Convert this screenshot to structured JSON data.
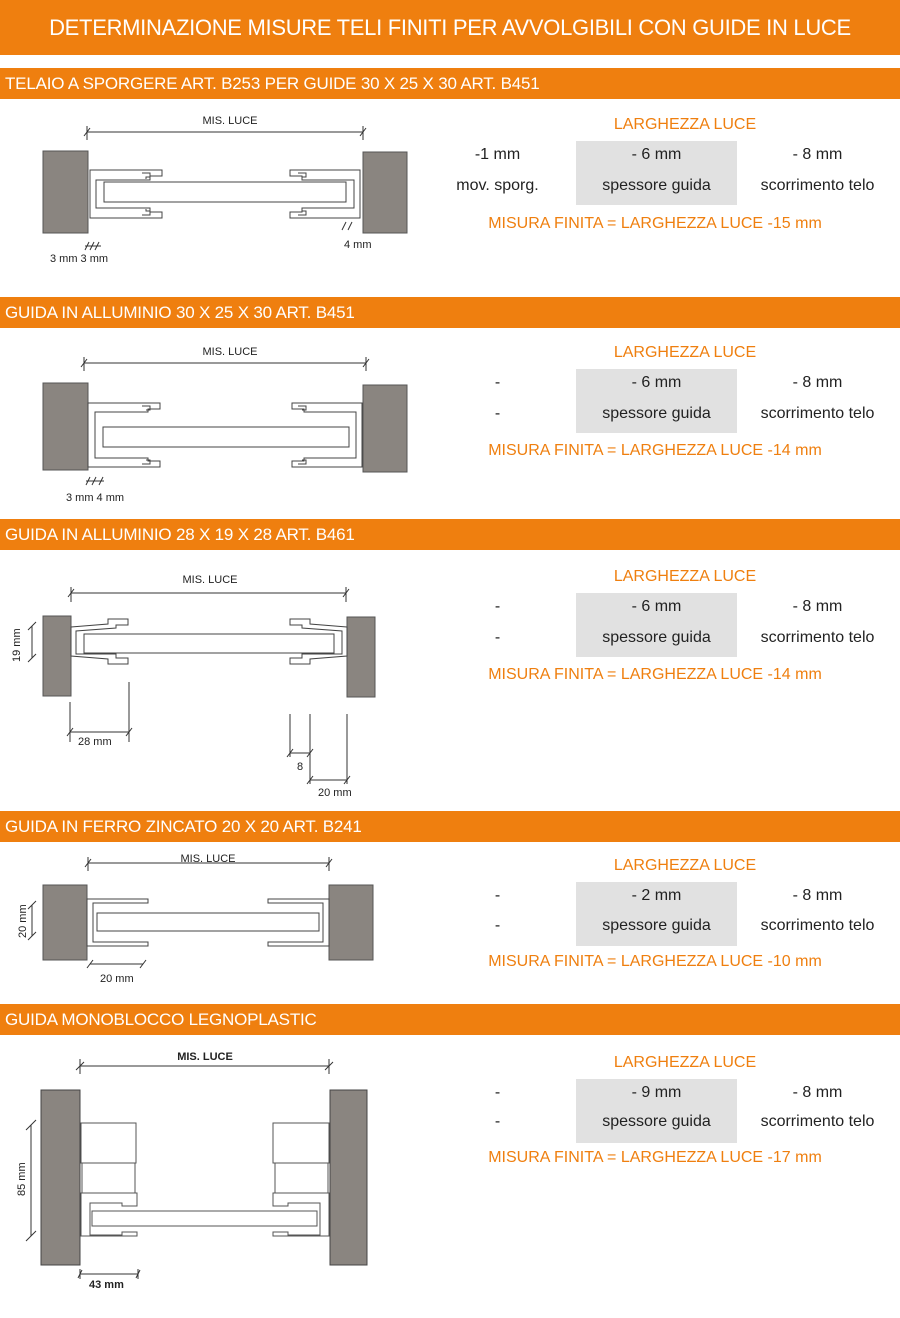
{
  "title": "DETERMINAZIONE MISURE TELI FINITI PER AVVOLGIBILI CON GUIDE IN LUCE",
  "colors": {
    "accent": "#ef7f0f",
    "wall": "#8a8580",
    "gray_box": "#e1e1e1",
    "text": "#222222"
  },
  "common": {
    "heading": "LARGHEZZA LUCE",
    "mis_luce": "MIS. LUCE",
    "col2_label": "spessore guida",
    "col3_value": "- 8 mm",
    "col3_label": "scorrimento telo"
  },
  "sections": [
    {
      "title": "TELAIO A SPORGERE ART. B253 PER GUIDE 30 X 25 X 30 ART. B451",
      "col1_value": "-1 mm",
      "col1_label": "mov.  sporg.",
      "col2_value": "- 6 mm",
      "result": "MISURA FINITA = LARGHEZZA LUCE  -15 mm",
      "dims": [
        "3 mm 3 mm",
        "4 mm"
      ]
    },
    {
      "title": "GUIDA IN ALLUMINIO 30 X 25 X 30 ART. B451",
      "col1_value": "-",
      "col1_label": "-",
      "col2_value": "- 6 mm",
      "result": "MISURA FINITA = LARGHEZZA LUCE  -14 mm",
      "dims": [
        "3 mm 4 mm"
      ]
    },
    {
      "title": "GUIDA IN ALLUMINIO 28 X 19 X 28 ART. B461",
      "col1_value": "-",
      "col1_label": "-",
      "col2_value": "- 6 mm",
      "result": "MISURA FINITA = LARGHEZZA  LUCE  -14 mm",
      "dims": [
        "19 mm",
        "28 mm",
        "8",
        "20 mm"
      ]
    },
    {
      "title": "GUIDA IN FERRO ZINCATO 20 X 20 ART. B241",
      "col1_value": "-",
      "col1_label": "-",
      "col2_value": "- 2 mm",
      "result": "MISURA FINITA = LARGHEZZA  LUCE  -10 mm",
      "dims": [
        "20 mm",
        "20 mm"
      ]
    },
    {
      "title": "GUIDA MONOBLOCCO LEGNOPLASTIC",
      "col1_value": "-",
      "col1_label": "-",
      "col2_value": "- 9 mm",
      "result": "MISURA FINITA = LARGHEZZA  LUCE  -17 mm",
      "dims": [
        "85 mm",
        "43 mm"
      ]
    }
  ]
}
